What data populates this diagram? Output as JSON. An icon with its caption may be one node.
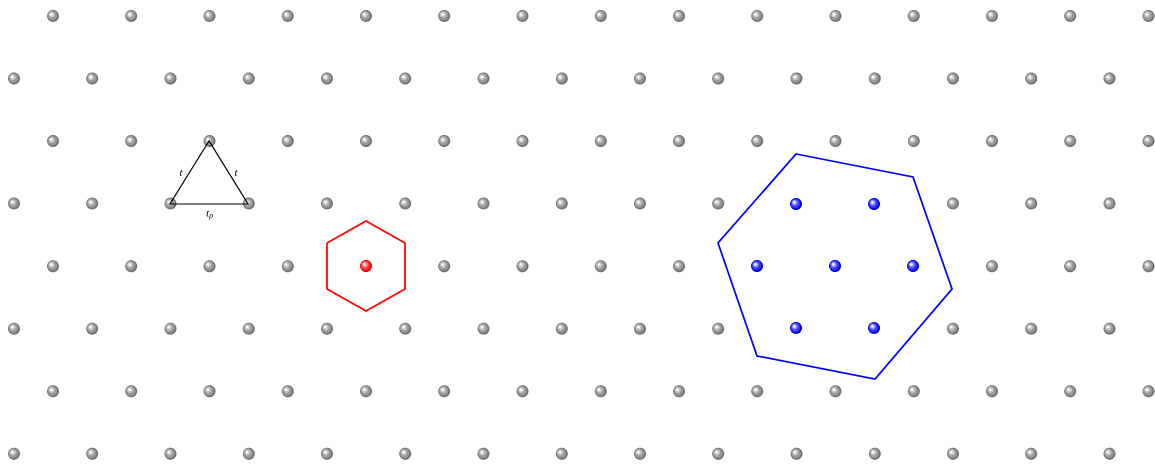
{
  "diagram": {
    "labels": [
      "t",
      "t",
      "t$_{p}$"
    ]
  }
}
